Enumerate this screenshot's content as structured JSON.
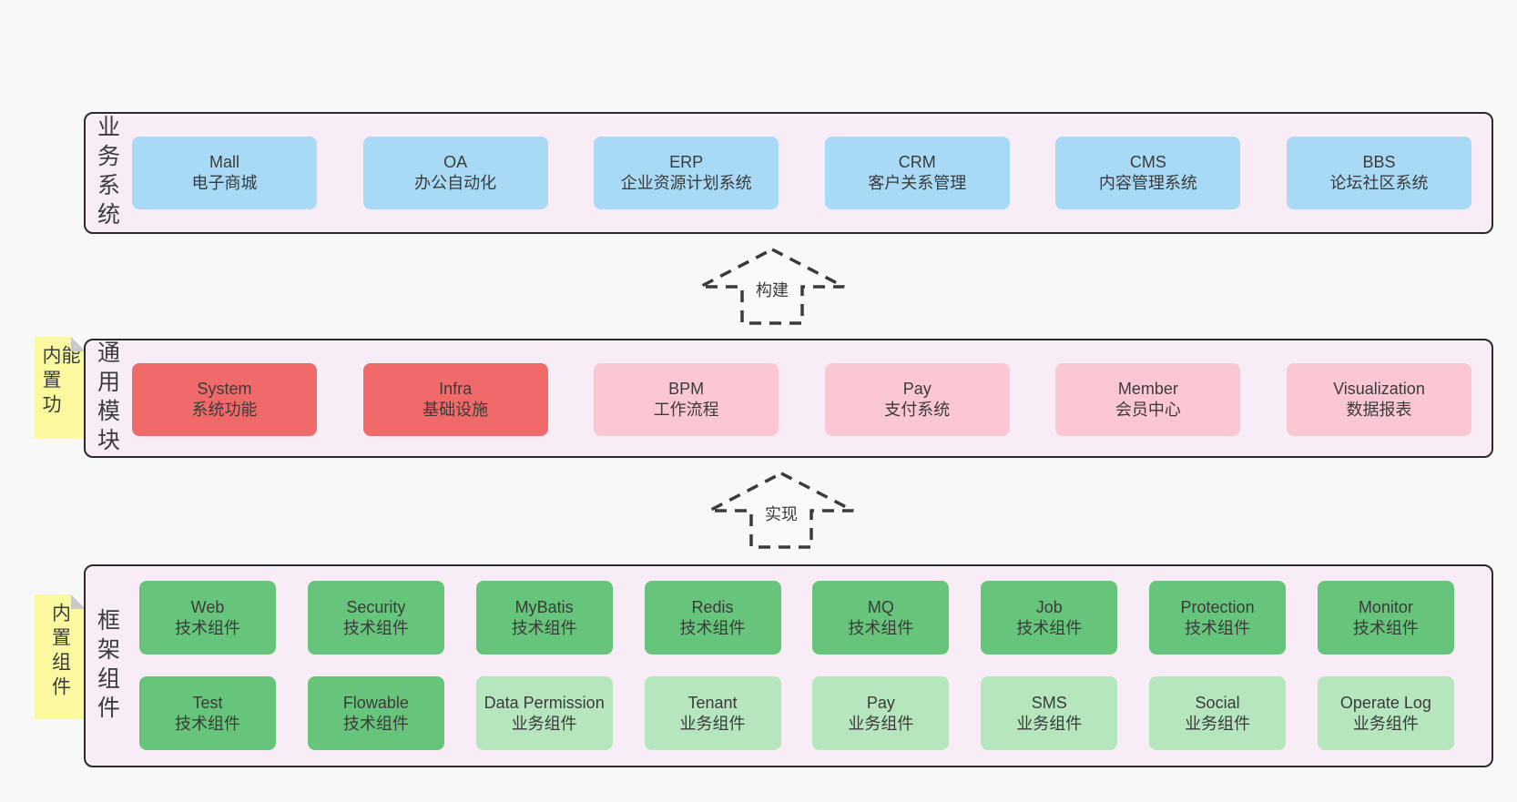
{
  "colors": {
    "background": "#f8f8f8",
    "container": "#f8edf6",
    "border": "#2b2b2b",
    "text": "#3b3b3b",
    "blue": "#a8daf5",
    "red": "#f06a6a",
    "pink": "#fbc7d2",
    "green": "#66c57b",
    "green_light": "#b5e6bd",
    "sticky": "#fbf99f",
    "fold": "#c9c9c9"
  },
  "layers": {
    "business": {
      "label": "业务系统",
      "boxes": [
        {
          "key": "mall",
          "name": "Mall",
          "desc": "电子商城",
          "variant": "blue"
        },
        {
          "key": "oa",
          "name": "OA",
          "desc": "办公自动化",
          "variant": "blue"
        },
        {
          "key": "erp",
          "name": "ERP",
          "desc": "企业资源计划系统",
          "variant": "blue"
        },
        {
          "key": "crm",
          "name": "CRM",
          "desc": "客户关系管理",
          "variant": "blue"
        },
        {
          "key": "cms",
          "name": "CMS",
          "desc": "内容管理系统",
          "variant": "blue"
        },
        {
          "key": "bbs",
          "name": "BBS",
          "desc": "论坛社区系统",
          "variant": "blue"
        }
      ]
    },
    "modules": {
      "label": "通用模块",
      "sticky": "内置功能",
      "boxes": [
        {
          "key": "system",
          "name": "System",
          "desc": "系统功能",
          "variant": "red"
        },
        {
          "key": "infra",
          "name": "Infra",
          "desc": "基础设施",
          "variant": "red"
        },
        {
          "key": "bpm",
          "name": "BPM",
          "desc": "工作流程",
          "variant": "pink"
        },
        {
          "key": "pay",
          "name": "Pay",
          "desc": "支付系统",
          "variant": "pink"
        },
        {
          "key": "member",
          "name": "Member",
          "desc": "会员中心",
          "variant": "pink"
        },
        {
          "key": "visualization",
          "name": "Visualization",
          "desc": "数据报表",
          "variant": "pink"
        }
      ]
    },
    "framework": {
      "label": "框架组件",
      "sticky": "内置组件",
      "rows": {
        "row1": [
          {
            "key": "web",
            "name": "Web",
            "desc": "技术组件",
            "variant": "green"
          },
          {
            "key": "security",
            "name": "Security",
            "desc": "技术组件",
            "variant": "green"
          },
          {
            "key": "mybatis",
            "name": "MyBatis",
            "desc": "技术组件",
            "variant": "green"
          },
          {
            "key": "redis",
            "name": "Redis",
            "desc": "技术组件",
            "variant": "green"
          },
          {
            "key": "mq",
            "name": "MQ",
            "desc": "技术组件",
            "variant": "green"
          },
          {
            "key": "job",
            "name": "Job",
            "desc": "技术组件",
            "variant": "green"
          },
          {
            "key": "protection",
            "name": "Protection",
            "desc": "技术组件",
            "variant": "green"
          },
          {
            "key": "monitor",
            "name": "Monitor",
            "desc": "技术组件",
            "variant": "green"
          }
        ],
        "row2": [
          {
            "key": "test",
            "name": "Test",
            "desc": "技术组件",
            "variant": "green"
          },
          {
            "key": "flowable",
            "name": "Flowable",
            "desc": "技术组件",
            "variant": "green"
          },
          {
            "key": "data-permission",
            "name": "Data Permission",
            "desc": "业务组件",
            "variant": "green-light"
          },
          {
            "key": "tenant",
            "name": "Tenant",
            "desc": "业务组件",
            "variant": "green-light"
          },
          {
            "key": "pay-biz",
            "name": "Pay",
            "desc": "业务组件",
            "variant": "green-light"
          },
          {
            "key": "sms",
            "name": "SMS",
            "desc": "业务组件",
            "variant": "green-light"
          },
          {
            "key": "social",
            "name": "Social",
            "desc": "业务组件",
            "variant": "green-light"
          },
          {
            "key": "operate-log",
            "name": "Operate Log",
            "desc": "业务组件",
            "variant": "green-light"
          }
        ]
      }
    }
  },
  "arrows": {
    "build": {
      "label": "构建"
    },
    "implement": {
      "label": "实现"
    }
  }
}
